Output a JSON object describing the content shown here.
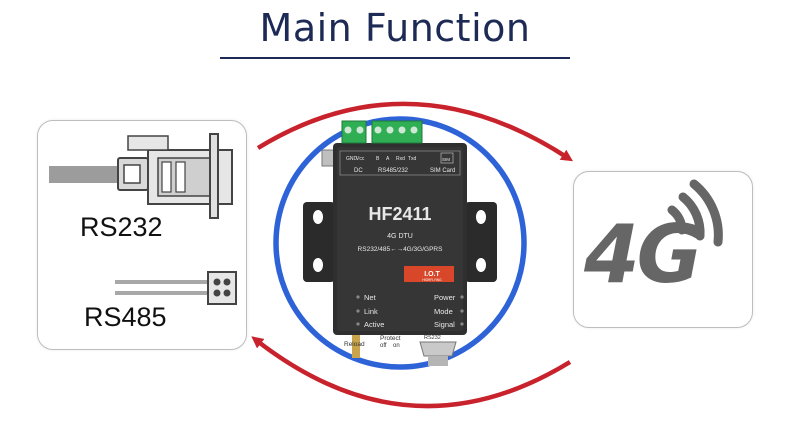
{
  "title": "Main Function",
  "left_panel": {
    "rs232_label": "RS232",
    "rs485_label": "RS485"
  },
  "right_panel": {
    "network_label": "4G"
  },
  "device": {
    "model": "HF2411",
    "subtitle": "4G DTU",
    "conversion": "RS232/485←→4G/3G/GPRS",
    "terminal_labels": [
      "GND",
      "Vcc",
      "B",
      "A",
      "Rxd",
      "Txd"
    ],
    "section_dc": "DC",
    "section_rs": "RS485/232",
    "section_sim": "SIM Card",
    "sim_slot": "SIM",
    "logo": "I.O.T",
    "logo_sub": "HIGHFLYING",
    "leds_left": [
      "Net",
      "Link",
      "Active"
    ],
    "leds_right": [
      "Power",
      "Mode",
      "Signal"
    ],
    "reload": "Reload",
    "protect": "Protect",
    "protect_off": "off",
    "protect_on": "on",
    "port_label": "RS232"
  },
  "colors": {
    "title": "#1c2a55",
    "arc_red": "#c8232c",
    "ring_blue": "#2e63d8",
    "device_body": "#2f2f2f",
    "terminal_green": "#2fae54"
  }
}
